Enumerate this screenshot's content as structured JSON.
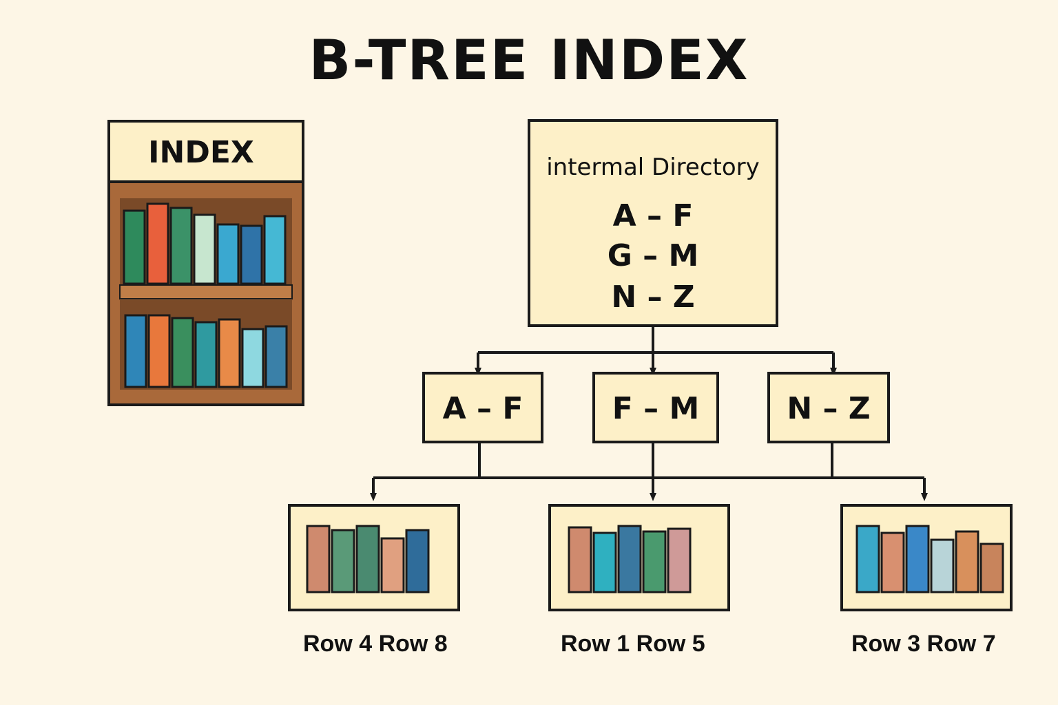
{
  "title": "B-TREE INDEX",
  "bookshelf": {
    "label": "INDEX",
    "top_shelf_colors": [
      "#2e8a5c",
      "#e8603c",
      "#3b9268",
      "#c7e6cf",
      "#3aa8d0",
      "#2f73a8",
      "#45b8d4"
    ],
    "bottom_shelf_colors": [
      "#2f86b8",
      "#e8783c",
      "#3a8f5e",
      "#2f9aa0",
      "#e88a48",
      "#8ed8e0",
      "#3a80a8"
    ]
  },
  "root": {
    "title": "intermal Directory",
    "ranges": [
      "A – F",
      "G – M",
      "N – Z"
    ]
  },
  "internal_nodes": [
    "A – F",
    "F – M",
    "N – Z"
  ],
  "leaves": [
    {
      "label": "Row 4 Row 8",
      "book_colors": [
        "#cf8a6e",
        "#5a9a78",
        "#4a8a70",
        "#e0a080",
        "#2f6c9a"
      ]
    },
    {
      "label": "Row 1 Row 5",
      "book_colors": [
        "#cf8a6e",
        "#2fb0c0",
        "#3a78a0",
        "#4a9a6e",
        "#cf9a98"
      ]
    },
    {
      "label": "Row 3 Row 7",
      "book_colors": [
        "#3aa8c8",
        "#d89070",
        "#3a88c8",
        "#b8d4d8",
        "#d8905c",
        "#c8845c"
      ]
    }
  ],
  "colors": {
    "background": "#fdf6e6",
    "box_fill": "#fdf0c8",
    "line": "#1a1a1a",
    "wood": "#a9693a",
    "wood_dark": "#7a4a28"
  }
}
